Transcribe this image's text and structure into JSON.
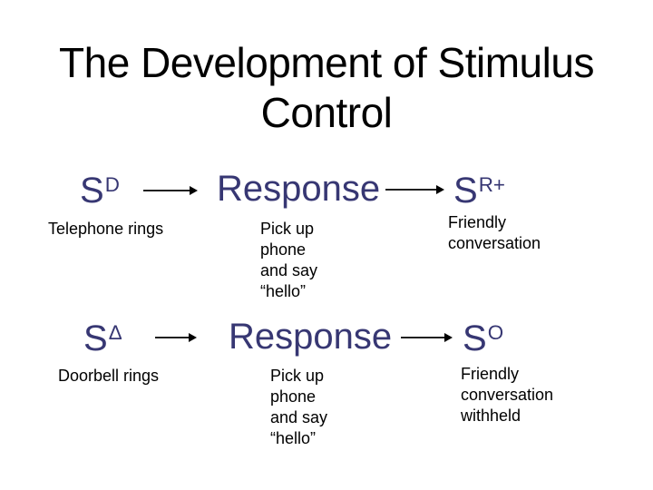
{
  "slide": {
    "title": "The Development of Stimulus\nControl",
    "background_color": "#FFFFFF",
    "title_color": "#000000",
    "symbol_color": "#373773",
    "caption_color": "#000000"
  },
  "icons": {
    "arrow_right": "→"
  },
  "diagram": {
    "rows": [
      {
        "stimulus_base": "S",
        "stimulus_sup": "D",
        "stimulus_caption": "Telephone rings",
        "response_word": "Response",
        "response_caption": "Pick up\nphone\nand say\n“hello”",
        "consequence_base": "S",
        "consequence_sup": "R+",
        "consequence_caption": "Friendly\nconversation"
      },
      {
        "stimulus_base": "S",
        "stimulus_sup": "Δ",
        "stimulus_caption": "Doorbell rings",
        "response_word": "Response",
        "response_caption": "Pick up\nphone\nand say\n“hello”",
        "consequence_base": "S",
        "consequence_sup": "O",
        "consequence_caption": "Friendly\nconversation\nwithheld"
      }
    ]
  }
}
